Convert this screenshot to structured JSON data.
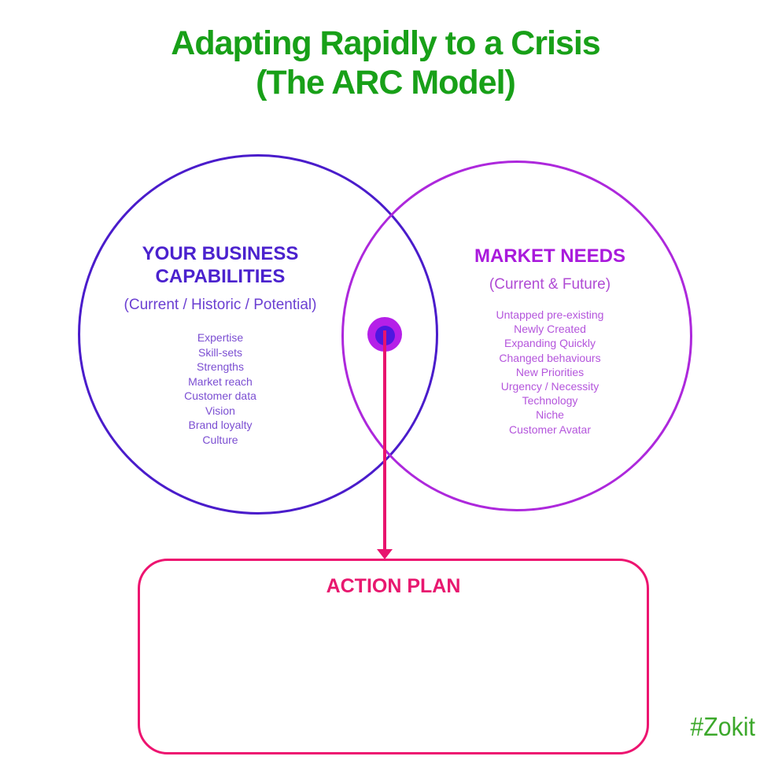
{
  "title": {
    "line1": "Adapting Rapidly to a Crisis",
    "line2": "(The ARC Model)",
    "color": "#18A018"
  },
  "venn": {
    "left_circle": {
      "heading": "YOUR BUSINESS CAPABILITIES",
      "heading_line1": "YOUR BUSINESS",
      "heading_line2": "CAPABILITIES",
      "subtitle": "(Current / Historic / Potential)",
      "items": [
        "Expertise",
        "Skill-sets",
        "Strengths",
        "Market reach",
        "Customer data",
        "Vision",
        "Brand loyalty",
        "Culture"
      ],
      "stroke_color": "#4A1CCB",
      "heading_color": "#4B22CE",
      "subtitle_color": "#6B3FD2",
      "item_color": "#7B4ED2"
    },
    "right_circle": {
      "heading": "MARKET NEEDS",
      "subtitle": "(Current & Future)",
      "items": [
        "Untapped pre-existing",
        "Newly Created",
        "Expanding Quickly",
        "Changed behaviours",
        "New Priorities",
        "Urgency / Necessity",
        "Technology",
        "Niche",
        "Customer Avatar"
      ],
      "stroke_color": "#AD28DC",
      "heading_color": "#A91ADC",
      "subtitle_color": "#B04BD4",
      "item_color": "#B455DC"
    },
    "intersection_dot": {
      "outer_color": "#B520E8",
      "inner_color": "#4E17E0"
    }
  },
  "arrow": {
    "color": "#E8146E"
  },
  "action_plan": {
    "label": "ACTION PLAN",
    "border_color": "#ED1470",
    "label_color": "#E8186F"
  },
  "watermark": {
    "text": "#Zokit",
    "color": "#3CA82B"
  }
}
